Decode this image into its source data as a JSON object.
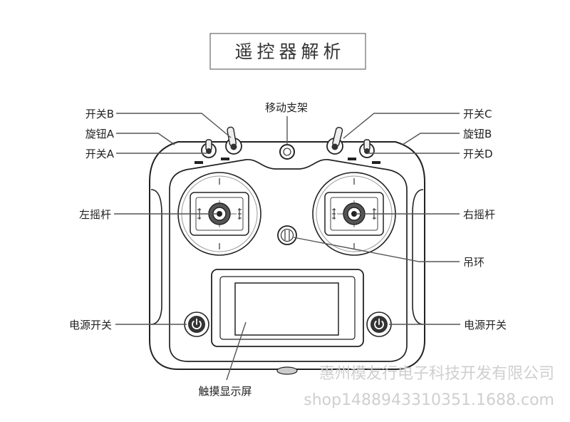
{
  "title": "遥控器解析",
  "labels": {
    "switch_b": "开关B",
    "knob_a": "旋钮A",
    "switch_a": "开关A",
    "mobile_bracket": "移动支架",
    "switch_c": "开关C",
    "knob_b": "旋钮B",
    "switch_d": "开关D",
    "left_stick": "左摇杆",
    "right_stick": "右摇杆",
    "hanger_ring": "吊环",
    "power_left": "电源开关",
    "power_right": "电源开关",
    "touch_screen": "触摸显示屏"
  },
  "watermark": {
    "company": "惠州模友行电子科技开发有限公司",
    "shop": "shop1488943310351.1688.com"
  },
  "colors": {
    "line": "#555555",
    "ink": "#222222",
    "watermark": "#cfcfcf"
  }
}
